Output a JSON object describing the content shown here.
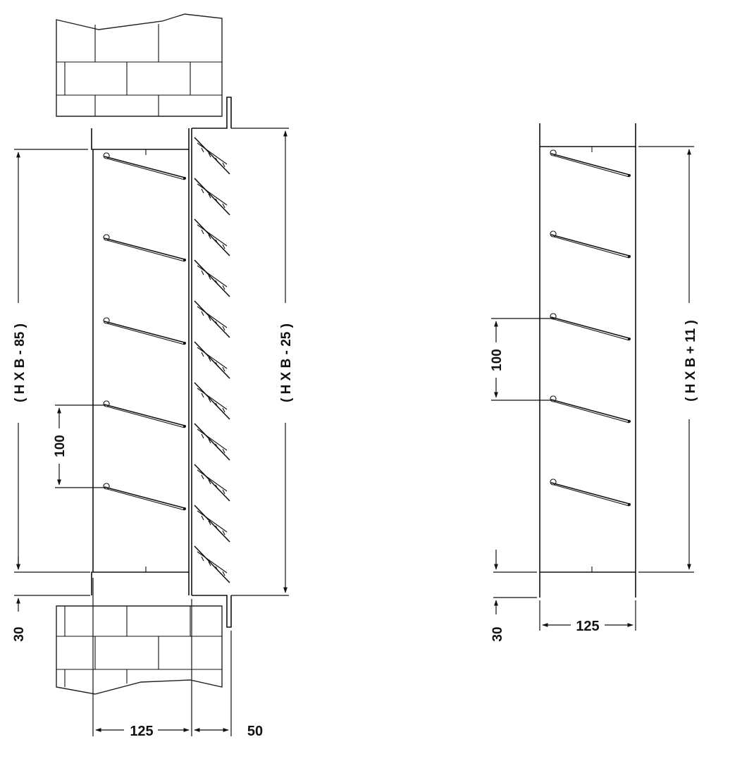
{
  "left_view": {
    "height_label": "( H X B - 85 )",
    "outer_height_label": "( H X B - 25 )",
    "pitch_label": "100",
    "flange_label": "30",
    "width_label": "125",
    "frame_label": "50"
  },
  "right_view": {
    "height_label": "( H X B + 11 )",
    "pitch_label": "100",
    "flange_label": "30",
    "width_label": "125"
  }
}
